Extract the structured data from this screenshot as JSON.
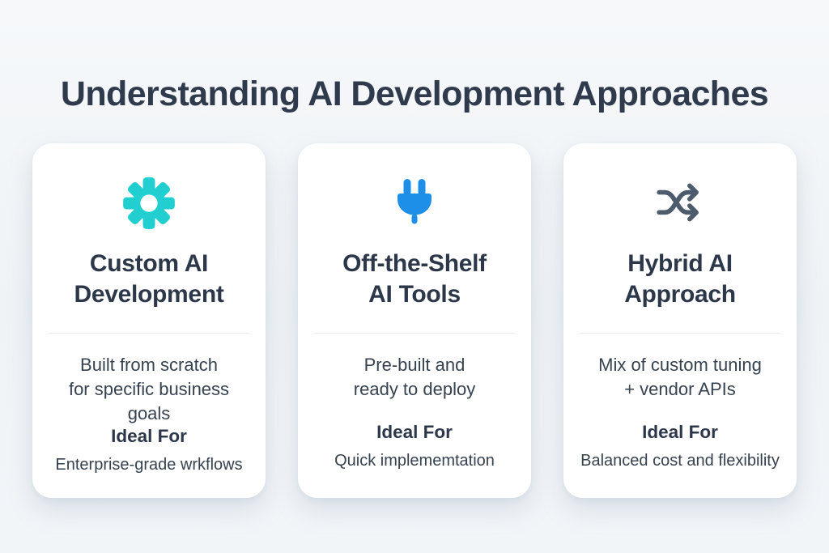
{
  "page": {
    "title": "Understanding AI Development Approaches"
  },
  "colors": {
    "background": "#eff3f6",
    "card_background": "#ffffff",
    "title_text": "#2f3b4d",
    "body_text": "#36424f",
    "divider": "#e7ebee"
  },
  "cards": [
    {
      "icon": "gear-icon",
      "icon_color": "#22cfd0",
      "title": "Custom AI\nDevelopment",
      "description": "Built from scratch\nfor specific business\ngoals",
      "ideal_label": "Ideal For",
      "ideal_text": "Enterprise-grade wrkflows"
    },
    {
      "icon": "plug-icon",
      "icon_color": "#1d8fe8",
      "title": "Off-the-Shelf\nAI Tools",
      "description": "Pre-built and\nready to deploy",
      "ideal_label": "Ideal For",
      "ideal_text": "Quick implememtation"
    },
    {
      "icon": "shuffle-icon",
      "icon_color": "#4d5c6c",
      "title": "Hybrid AI\nApproach",
      "description": "Mix of custom tuning\n+ vendor APIs",
      "ideal_label": "Ideal For",
      "ideal_text": "Balanced cost and flexibility"
    }
  ]
}
